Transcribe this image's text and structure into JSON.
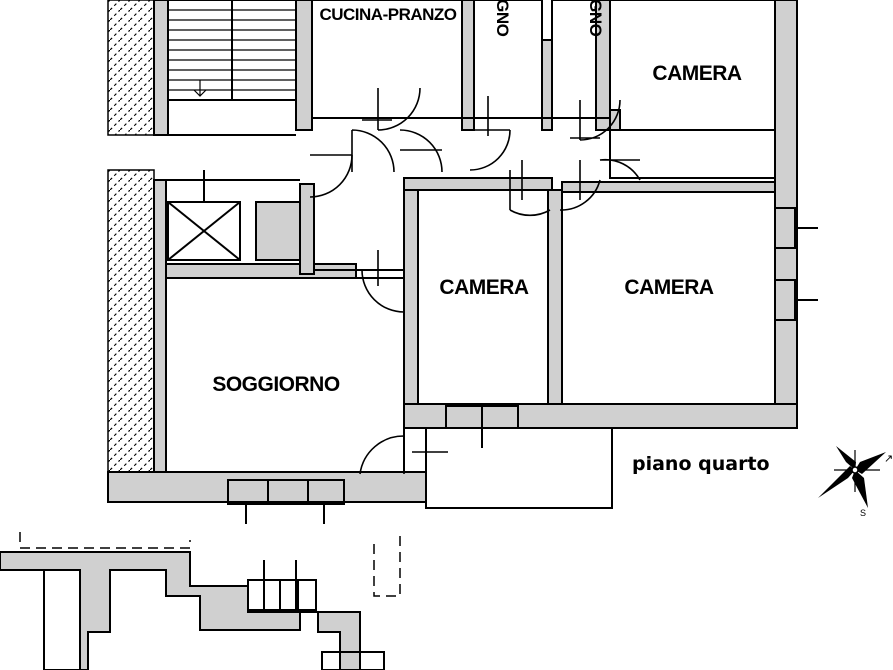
{
  "rooms": {
    "cucina_pranzo": "CUCINA-PRANZO",
    "bagno_1": "BAGNO",
    "bagno_2": "BAGNO",
    "camera_top": "CAMERA",
    "camera_mid": "CAMERA",
    "camera_right": "CAMERA",
    "soggiorno": "SOGGIORNO"
  },
  "caption": "piano quarto",
  "colors": {
    "wall_fill": "#d0d0d0",
    "line": "#000000",
    "background": "#ffffff"
  },
  "icons": {
    "compass": "compass-rose-icon",
    "stairs": "stairs-icon",
    "elevator": "elevator-shaft-icon"
  }
}
